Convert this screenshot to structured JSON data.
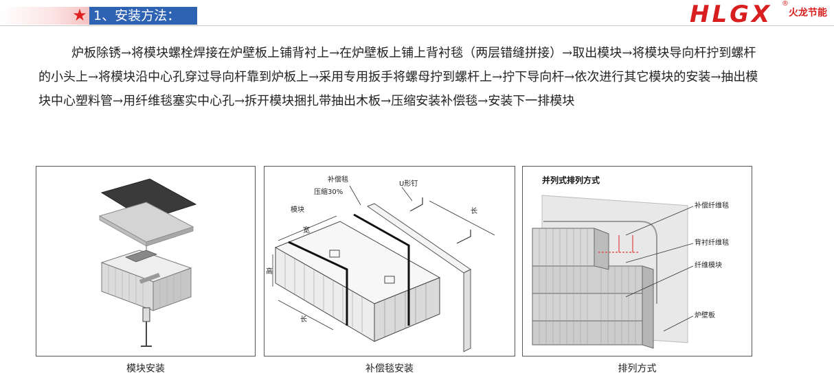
{
  "header": {
    "star_icon": "★",
    "section_title": "1、安装方法："
  },
  "logo": {
    "brand": "HLGX",
    "registered": "®",
    "cn_name": "火龙节能",
    "color": "#d81e1e"
  },
  "body": {
    "paragraph": "炉板除锈→将模块螺栓焊接在炉壁板上铺背衬上→在炉壁板上铺上背衬毯（两层错缝拼接）→取出模块→将模块导向杆拧到螺杆的小头上→将模块沿中心孔穿过导向杆靠到炉板上→采用专用扳手将螺母拧到螺杆上→拧下导向杆→依次进行其它模块的安装→抽出模块中心塑料管→用纤维毯塞实中心孔→拆开模块捆扎带抽出木板→压缩安装补偿毯→安装下一排模块"
  },
  "panels": [
    {
      "caption": "模块安装"
    },
    {
      "caption": "补偿毯安装",
      "labels": {
        "blanket": "补偿毯",
        "compress": "压缩30%",
        "nail": "U形钉",
        "module": "模块",
        "width": "宽",
        "length": "长",
        "height": "高"
      }
    },
    {
      "caption": "排列方式",
      "title": "并列式排列方式",
      "labels": {
        "comp_blanket": "补偿纤维毯",
        "back_blanket": "背衬纤维毯",
        "fiber_module": "纤维模块",
        "wall_plate": "炉壁板"
      }
    }
  ],
  "colors": {
    "title_bg": "#2e63b3",
    "star": "#e02020",
    "accent_red": "#e04040"
  }
}
